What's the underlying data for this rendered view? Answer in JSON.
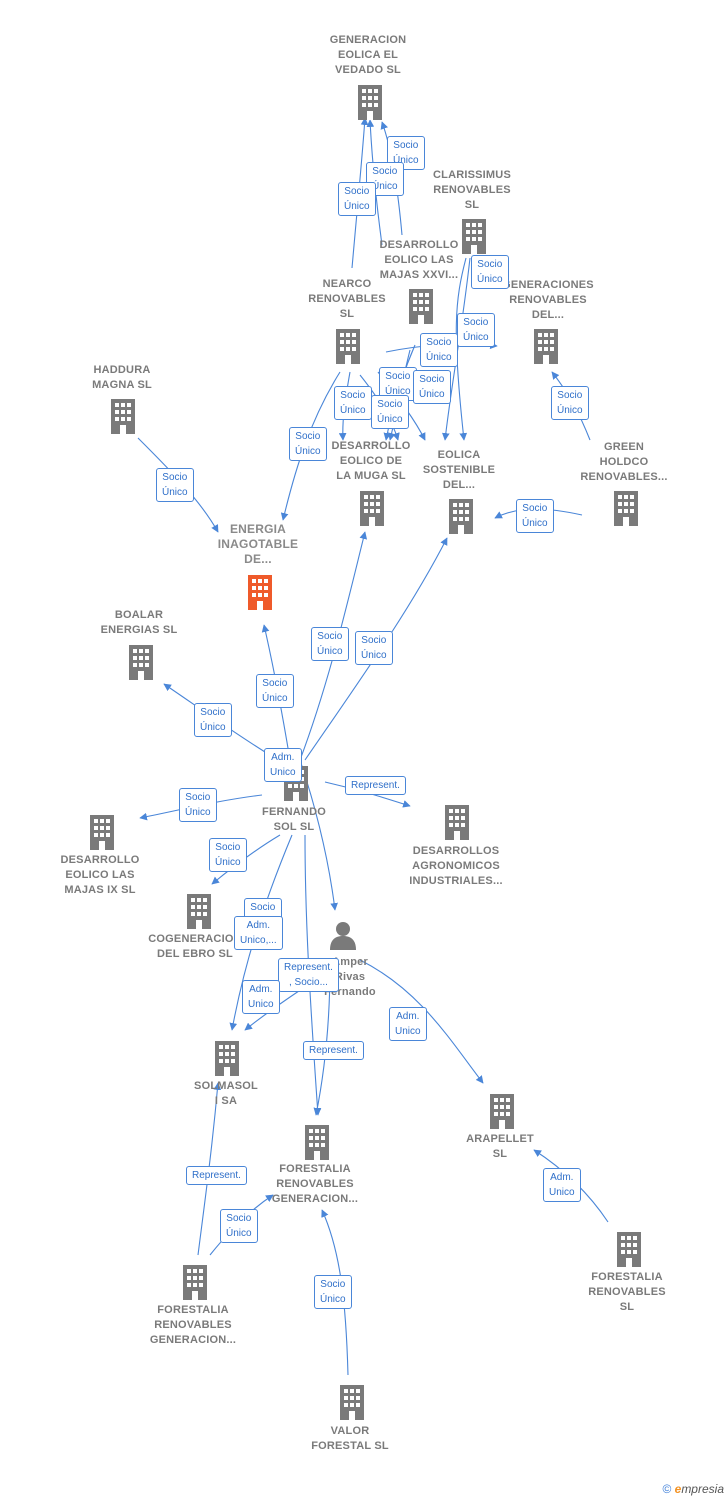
{
  "colors": {
    "edge": "#4a86d8",
    "building": "#7a7a7a",
    "main": "#ef5a2a",
    "person": "#7a7a7a"
  },
  "nodes": [
    {
      "id": "vedado",
      "label": "GENERACION\nEOLICA EL\nVEDADO SL",
      "type": "company"
    },
    {
      "id": "clarissimus",
      "label": "CLARISSIMUS\nRENOVABLES\nSL",
      "type": "company"
    },
    {
      "id": "majasxxvi",
      "label": "DESARROLLO\nEOLICO LAS\nMAJAS XXVI...",
      "type": "company"
    },
    {
      "id": "nearco",
      "label": "NEARCO\nRENOVABLES\nSL",
      "type": "company"
    },
    {
      "id": "generaciones",
      "label": "GENERACIONES\nRENOVABLES\nDEL...",
      "type": "company"
    },
    {
      "id": "haddura",
      "label": "HADDURA\nMAGNA  SL",
      "type": "company"
    },
    {
      "id": "muga",
      "label": "DESARROLLO\nEOLICO DE\nLA MUGA SL",
      "type": "company"
    },
    {
      "id": "sostenible",
      "label": "EOLICA\nSOSTENIBLE\nDEL...",
      "type": "company"
    },
    {
      "id": "green",
      "label": "GREEN\nHOLDCO\nRENOVABLES...",
      "type": "company"
    },
    {
      "id": "energia",
      "label": "ENERGIA\nINAGOTABLE\nDE...",
      "type": "main"
    },
    {
      "id": "boalar",
      "label": "BOALAR\nENERGIAS  SL",
      "type": "company"
    },
    {
      "id": "fernando",
      "label": "FERNANDO\nSOL SL",
      "type": "company"
    },
    {
      "id": "agronomicos",
      "label": "DESARROLLOS\nAGRONOMICOS\nINDUSTRIALES...",
      "type": "company"
    },
    {
      "id": "majasix",
      "label": "DESARROLLO\nEOLICO LAS\nMAJAS IX  SL",
      "type": "company"
    },
    {
      "id": "cogeneracion",
      "label": "COGENERACION\nDEL EBRO  SL",
      "type": "company"
    },
    {
      "id": "person",
      "label": "Amper\nRivas\nFernando",
      "type": "person"
    },
    {
      "id": "solmasol",
      "label": "SOLMASOL\nI SA",
      "type": "company"
    },
    {
      "id": "forestalia_gen1",
      "label": "FORESTALIA\nRENOVABLES\nGENERACION...",
      "type": "company"
    },
    {
      "id": "arapellet",
      "label": "ARAPELLET\nSL",
      "type": "company"
    },
    {
      "id": "forestalia_gen2",
      "label": "FORESTALIA\nRENOVABLES\nGENERACION...",
      "type": "company"
    },
    {
      "id": "forestalia_sl",
      "label": "FORESTALIA\nRENOVABLES\nSL",
      "type": "company"
    },
    {
      "id": "valor",
      "label": "VALOR\nFORESTAL SL",
      "type": "company"
    }
  ],
  "relations": [
    "Socio\nÚnico",
    "Socio\nÚnico",
    "Socio\nÚnico",
    "Socio\nÚnico",
    "Socio\nÚnico",
    "Socio\nÚnico",
    "Socio\nÚnico",
    "Socio\nÚnico",
    "Socio\nÚnico",
    "Socio\nÚnico",
    "Socio\nÚnico",
    "Socio\nÚnico",
    "Socio\nÚnico",
    "Socio\nÚnico",
    "Socio\nÚnico",
    "Socio\nÚnico",
    "Socio\nÚnico",
    "Socio\nÚnico",
    "Adm.\nUnico",
    "Socio\nÚnico",
    "Represent.",
    "Socio\nÚnico",
    "Socio\nÚnico",
    "Adm.\nUnico,...",
    "Represent.\n, Socio...",
    "Adm.\nUnico",
    "Adm.\nUnico",
    "Represent.",
    "Represent.",
    "Adm.\nUnico",
    "Socio\nÚnico",
    "Socio\nÚnico",
    "Adm.\nUnico,...",
    "Socio\nÚnico"
  ],
  "footer": {
    "copyright": "©",
    "brand_e": "e",
    "brand": "mpresia"
  }
}
